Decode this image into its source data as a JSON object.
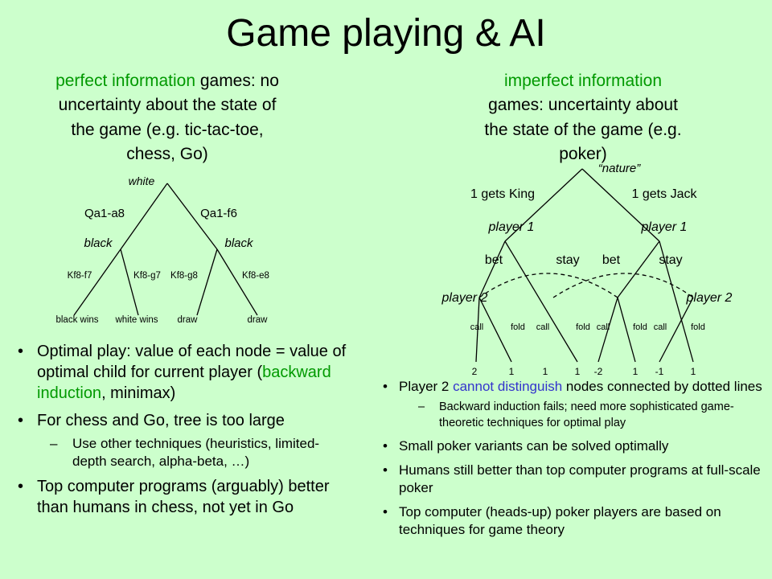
{
  "title": "Game playing & AI",
  "left_header": {
    "highlight": "perfect information",
    "rest": " games: no uncertainty about the state of the game (e.g. tic-tac-toe, chess, Go)"
  },
  "right_header": {
    "highlight": "imperfect information",
    "rest": " games: uncertainty about the state of the game (e.g. poker)"
  },
  "chess_tree": {
    "root": "white",
    "moves": [
      "Qa1-a8",
      "Qa1-f6"
    ],
    "players": [
      "black",
      "black"
    ],
    "replies": [
      "Kf8-f7",
      "Kf8-g7",
      "Kf8-g8",
      "Kf8-e8"
    ],
    "outcomes": [
      "black wins",
      "white wins",
      "draw",
      "draw"
    ]
  },
  "poker_tree": {
    "root": "“nature”",
    "deals": [
      "1 gets King",
      "1 gets Jack"
    ],
    "p1": [
      "player 1",
      "player 1"
    ],
    "actions": [
      "bet",
      "stay",
      "bet",
      "stay"
    ],
    "p2": [
      "player 2",
      "player 2"
    ],
    "responses": [
      "call",
      "fold",
      "call",
      "fold",
      "call",
      "fold",
      "call",
      "fold"
    ],
    "payoffs": [
      "2",
      "1",
      "1",
      "1",
      "-2",
      "1",
      "-1",
      "1"
    ]
  },
  "left_bullets": {
    "b1": {
      "pre": "Optimal play: value of each node = value of optimal child for current player (",
      "hl": "backward induction",
      "post": ", minimax)"
    },
    "b2": "For chess and Go, tree is too large",
    "b2_sub": "Use other techniques (heuristics, limited-depth search, alpha-beta, …)",
    "b3": "Top computer programs (arguably) better than humans in chess, not yet in Go"
  },
  "right_bullets": {
    "b1": {
      "pre": "Player 2 ",
      "hl": "cannot distinguish",
      "post": " nodes connected by dotted lines"
    },
    "b1_sub": "Backward induction fails; need more sophisticated game-theoretic techniques for optimal play",
    "b2": "Small poker variants can be solved optimally",
    "b3": "Humans still better than top computer programs at full-scale poker",
    "b4": "Top computer (heads-up) poker players are based on techniques for game theory"
  },
  "colors": {
    "background": "#ccffcc",
    "highlight_green": "#009900",
    "highlight_blue": "#3333cc"
  }
}
